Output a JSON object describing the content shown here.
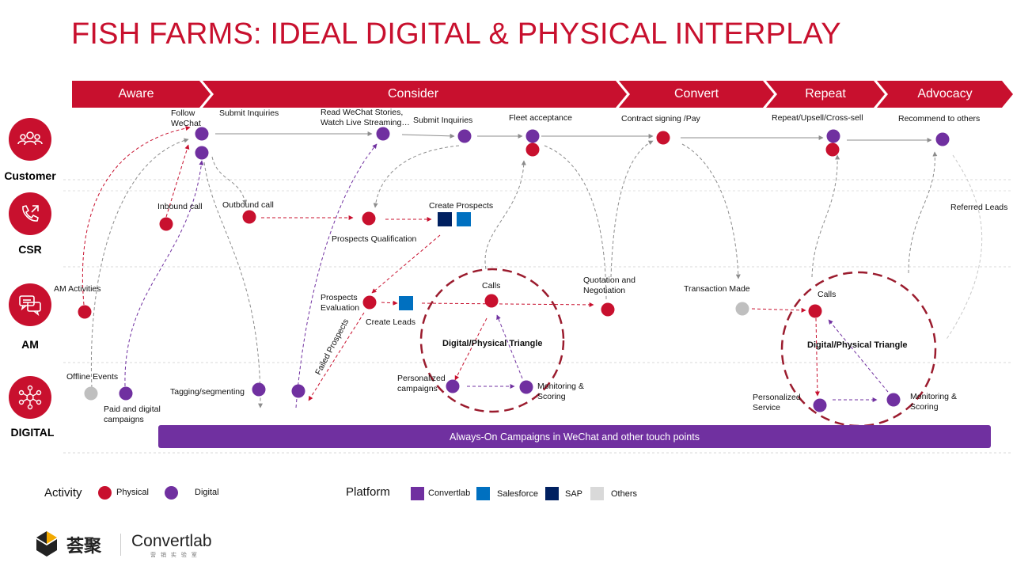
{
  "title": "FISH FARMS: IDEAL DIGITAL & PHYSICAL INTERPLAY",
  "stages": [
    "Aware",
    "Consider",
    "Convert",
    "Repeat",
    "Advocacy"
  ],
  "lanes": [
    {
      "label": "Customer",
      "icon": "customer-group-icon"
    },
    {
      "label": "CSR",
      "icon": "phone-icon"
    },
    {
      "label": "AM",
      "icon": "chat-bubbles-icon"
    },
    {
      "label": "DIGITAL",
      "icon": "network-icon"
    }
  ],
  "steps": {
    "follow_wechat": "Follow\nWeChat",
    "submit_inquiries_1": "Submit Inquiries",
    "read_wechat": "Read WeChat Stories,\nWatch Live Streaming…",
    "submit_inquiries_2": "Submit Inquiries",
    "fleet_acceptance": "Fleet acceptance",
    "contract_signing": "Contract signing /Pay",
    "repeat_upsell": "Repeat/Upsell/Cross-sell",
    "recommend": "Recommend to others",
    "inbound_call": "Inbound call",
    "outbound_call": "Outbound call",
    "create_prospects": "Create Prospects",
    "prospects_qualification": "Prospects Qualification",
    "referred_leads": "Referred Leads",
    "am_activities": "AM  Activities",
    "prospects_evaluation": "Prospects\nEvaluation",
    "create_leads": "Create Leads",
    "calls_1": "Calls",
    "quotation": "Quotation and\nNegotiation",
    "transaction_made": "Transaction Made",
    "calls_2": "Calls",
    "triangle_1": "Digital/Physical Triangle",
    "triangle_2": "Digital/Physical Triangle",
    "failed_prospects": "Failed Prospects",
    "offline_events": "Offline Events",
    "paid_digital": "Paid and digital\ncampaigns",
    "tagging": "Tagging/segmenting",
    "personalized_campaigns": "Personalized\ncampaigns",
    "monitoring_1": "Monitoring &\nScoring",
    "personalized_service": "Personalized\nService",
    "monitoring_2": "Monitoring &\nScoring"
  },
  "always_on": "Always-On Campaigns in WeChat and other touch points",
  "legend": {
    "activity_title": "Activity",
    "physical": "Physical",
    "digital": "Digital",
    "platform_title": "Platform",
    "convertlab": "Convertlab",
    "salesforce": "Salesforce",
    "sap": "SAP",
    "others": "Others"
  },
  "colors": {
    "physical": "#c8102e",
    "digital": "#7030a0",
    "convertlab": "#7030a0",
    "salesforce": "#0070c0",
    "sap": "#002060",
    "others": "#d9d9d9",
    "stage_band": "#c8102e",
    "title": "#c8102e"
  },
  "footer": {
    "brand_cn": "荟聚",
    "brand_en": "Convertlab",
    "brand_sub": "营 销 实 验 室"
  }
}
